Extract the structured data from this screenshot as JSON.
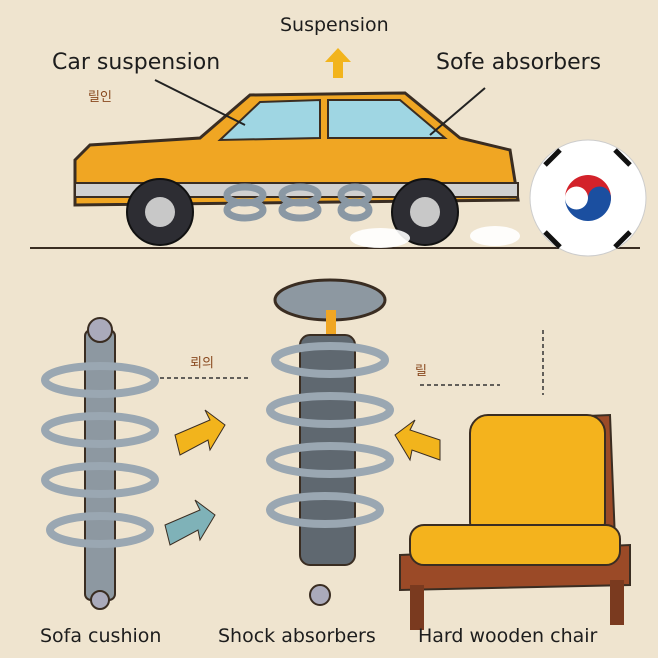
{
  "top": {
    "title": "Suspension",
    "left_label": "Car suspension",
    "right_label": "Sofe absorbers",
    "korean_note": "릴인"
  },
  "bottom": {
    "labels": [
      "Sofa cushion",
      "Shock absorbers",
      "Hard wooden chair"
    ],
    "korean_notes": [
      "뢰의",
      "릴"
    ]
  },
  "colors": {
    "background": "#efe4cf",
    "car": "#f0a623",
    "arrow": "#f2b41c",
    "arrow_alt": "#7fb2b8",
    "spring": "#8a98a4",
    "cushion": "#f4b31d",
    "wood": "#9b4a27"
  }
}
